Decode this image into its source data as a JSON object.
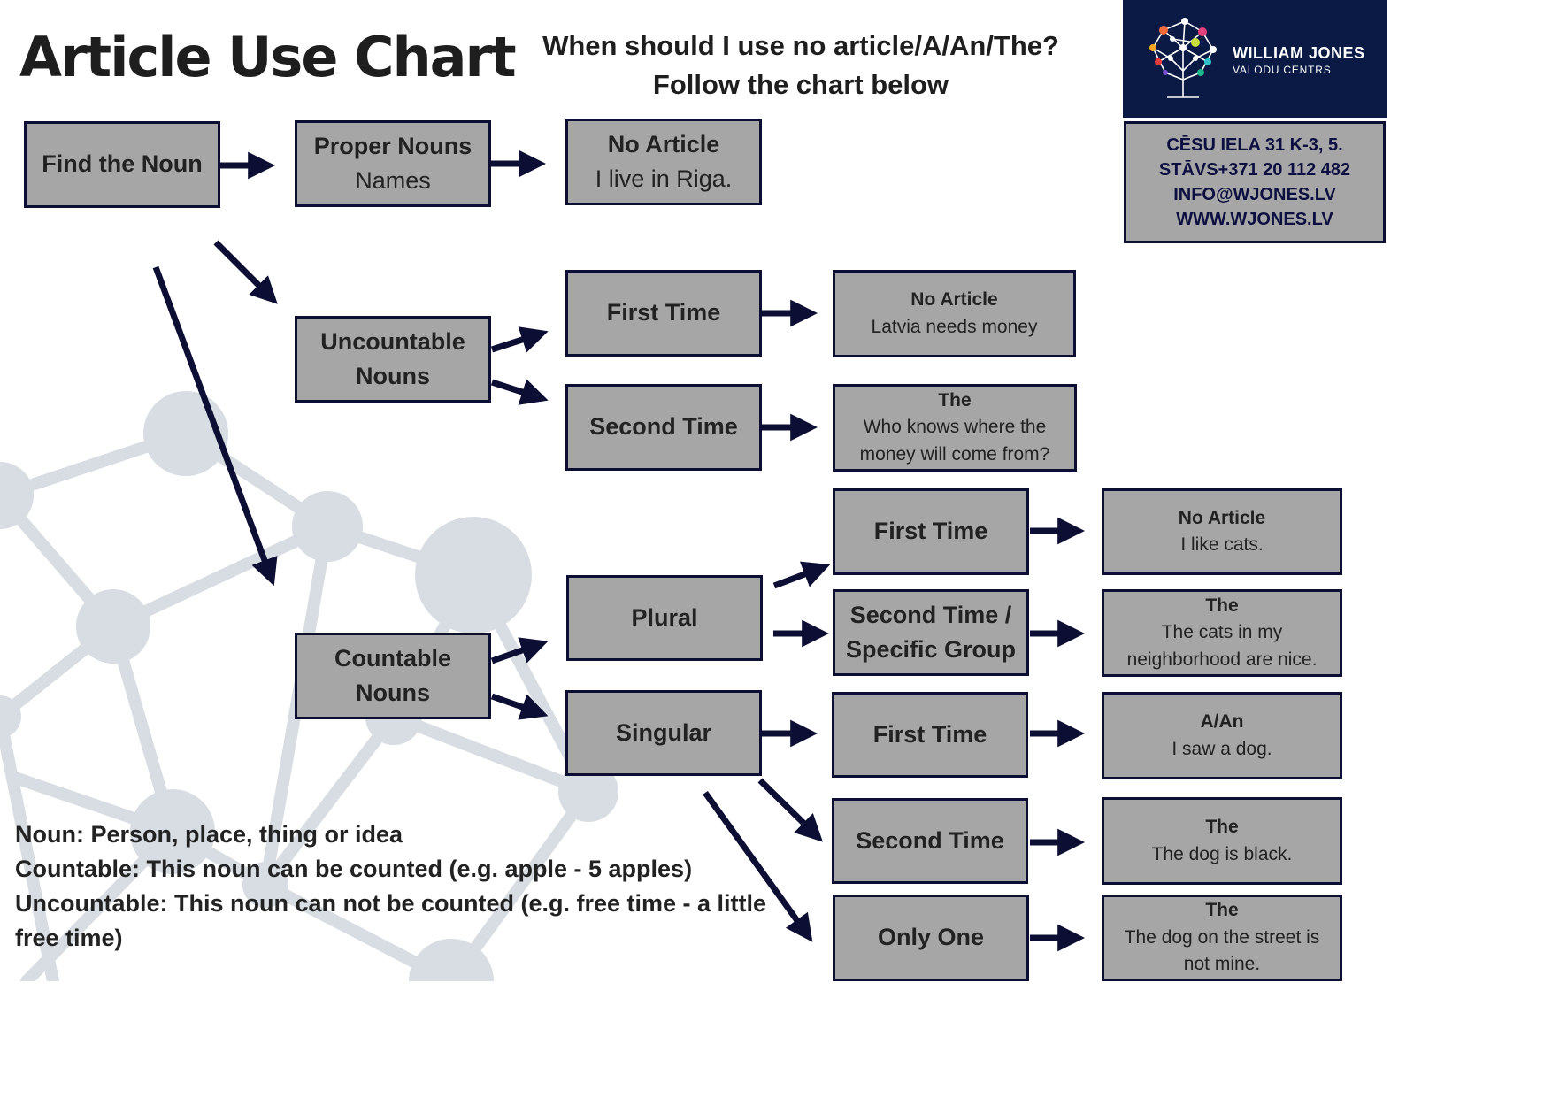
{
  "header": {
    "title": "Article Use Chart",
    "subtitle_line1": "When should I use no article/A/An/The?",
    "subtitle_line2": "Follow the chart below"
  },
  "logo": {
    "name": "WILLIAM JONES",
    "sub": "VALODU CENTRS",
    "icon": "tree-network-icon"
  },
  "contact": {
    "line1": "CĒSU IELA 31 K-3, 5.",
    "line2": "STĀVS+371 20 112 482",
    "line3": "INFO@WJONES.LV",
    "line4": "WWW.WJONES.LV"
  },
  "nodes": {
    "find_noun": "Find the Noun",
    "proper": {
      "title": "Proper Nouns",
      "sub": "Names"
    },
    "proper_result": {
      "title": "No Article",
      "example": "I live in Riga."
    },
    "uncountable": {
      "line1": "Uncountable",
      "line2": "Nouns"
    },
    "unc_first": "First Time",
    "unc_first_result": {
      "title": "No Article",
      "example": "Latvia needs money"
    },
    "unc_second": "Second Time",
    "unc_second_result": {
      "title": "The",
      "line1": "Who knows where the",
      "line2": "money will come from?"
    },
    "countable": {
      "line1": "Countable",
      "line2": "Nouns"
    },
    "plural": "Plural",
    "plural_first": "First Time",
    "plural_first_result": {
      "title": "No Article",
      "example": "I like cats."
    },
    "plural_second": {
      "line1": "Second Time /",
      "line2": "Specific Group"
    },
    "plural_second_result": {
      "title": "The",
      "line1": "The cats in my",
      "line2": "neighborhood are nice."
    },
    "singular": "Singular",
    "sing_first": "First Time",
    "sing_first_result": {
      "title": "A/An",
      "example": "I saw a dog."
    },
    "sing_second": "Second Time",
    "sing_second_result": {
      "title": "The",
      "example": "The dog is black."
    },
    "sing_only": "Only One",
    "sing_only_result": {
      "title": "The",
      "line1": "The dog on the street is",
      "line2": "not mine."
    }
  },
  "notes": {
    "line1": "Noun: Person, place, thing or idea",
    "line2": "Countable: This noun can be counted (e.g. apple - 5 apples)",
    "line3": "Uncountable: This noun can not be counted (e.g. free time - a little free time)"
  },
  "colors": {
    "box_fill": "#a6a6a6",
    "box_border": "#0c0f33",
    "arrow": "#0c0f33",
    "logo_bg": "#0a1a45",
    "network_bg": "#d8dde3"
  }
}
